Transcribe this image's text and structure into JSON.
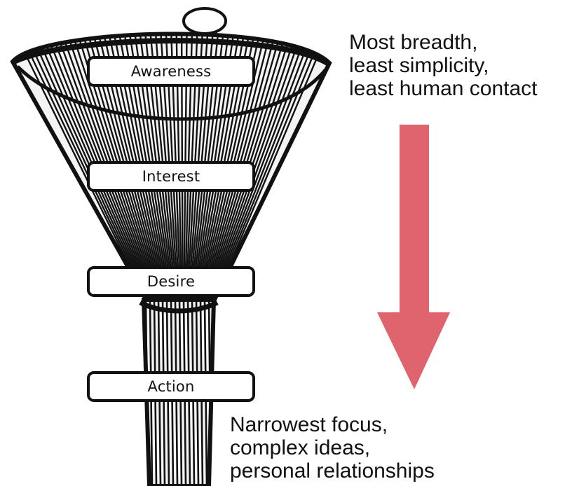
{
  "stages": [
    {
      "label": "Awareness"
    },
    {
      "label": "Interest"
    },
    {
      "label": "Desire"
    },
    {
      "label": "Action"
    }
  ],
  "top_note": [
    "Most breadth,",
    "least simplicity,",
    "least human contact"
  ],
  "bottom_note": [
    "Narrowest focus,",
    "complex ideas,",
    "personal relationships"
  ],
  "colors": {
    "arrow": "#e0646e",
    "ink": "#111111",
    "background": "#ffffff"
  }
}
